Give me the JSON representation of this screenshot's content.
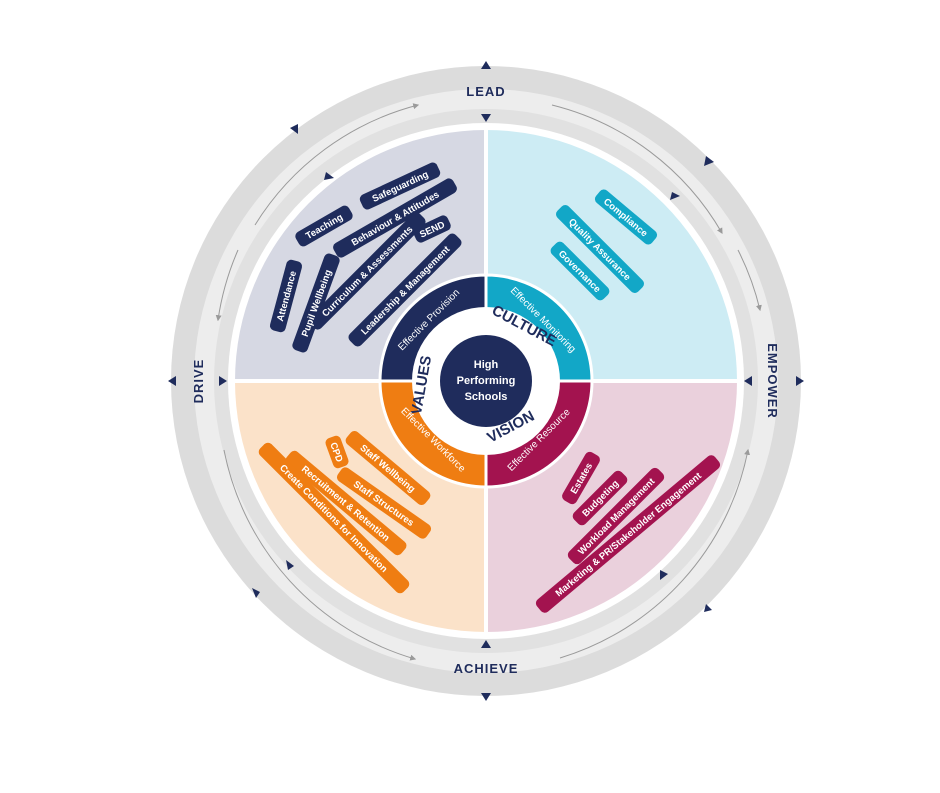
{
  "center": {
    "lines": [
      "High",
      "Performing",
      "Schools"
    ]
  },
  "core_words": {
    "culture": "CULTURE",
    "values": "VALUES",
    "vision": "VISION"
  },
  "outer_labels": {
    "lead": "LEAD",
    "empower": "EMPOWER",
    "achieve": "ACHIEVE",
    "drive": "DRIVE"
  },
  "quadrants": {
    "provision": {
      "label": "Effective Provision",
      "color": "#1f2c5c",
      "fill": "#d6d8e3",
      "tags": [
        "Safeguarding",
        "Teaching",
        "Behaviour & Attitudes",
        "SEND",
        "Curriculum & Assessments",
        "Leadership & Management",
        "Attendance",
        "Pupil Wellbeing"
      ]
    },
    "monitoring": {
      "label": "Effective Monitoring",
      "color": "#12a7c7",
      "fill": "#cdecf4",
      "tags": [
        "Compliance",
        "Quality Assurance",
        "Governance"
      ]
    },
    "workforce": {
      "label": "Effective Workforce",
      "color": "#ef7d12",
      "fill": "#fbe2c9",
      "tags": [
        "CPD",
        "Staff Wellbeing",
        "Staff Structures",
        "Recruitment & Retention",
        "Create Conditions for Innovation"
      ]
    },
    "resource": {
      "label": "Effective Resource",
      "color": "#a3134f",
      "fill": "#ead0dc",
      "tags": [
        "Estates",
        "Budgeting",
        "Workload Management",
        "Marketing & PR/Stakeholder Engagement"
      ]
    }
  },
  "colors": {
    "ring": "#dcdcdc",
    "ring_light": "#ececec",
    "navy": "#1f2c5c",
    "arrow": "#9a9a9a"
  },
  "icons": {
    "ring_markers": "triangle-icon",
    "flow": "curved-arrow-icon"
  }
}
